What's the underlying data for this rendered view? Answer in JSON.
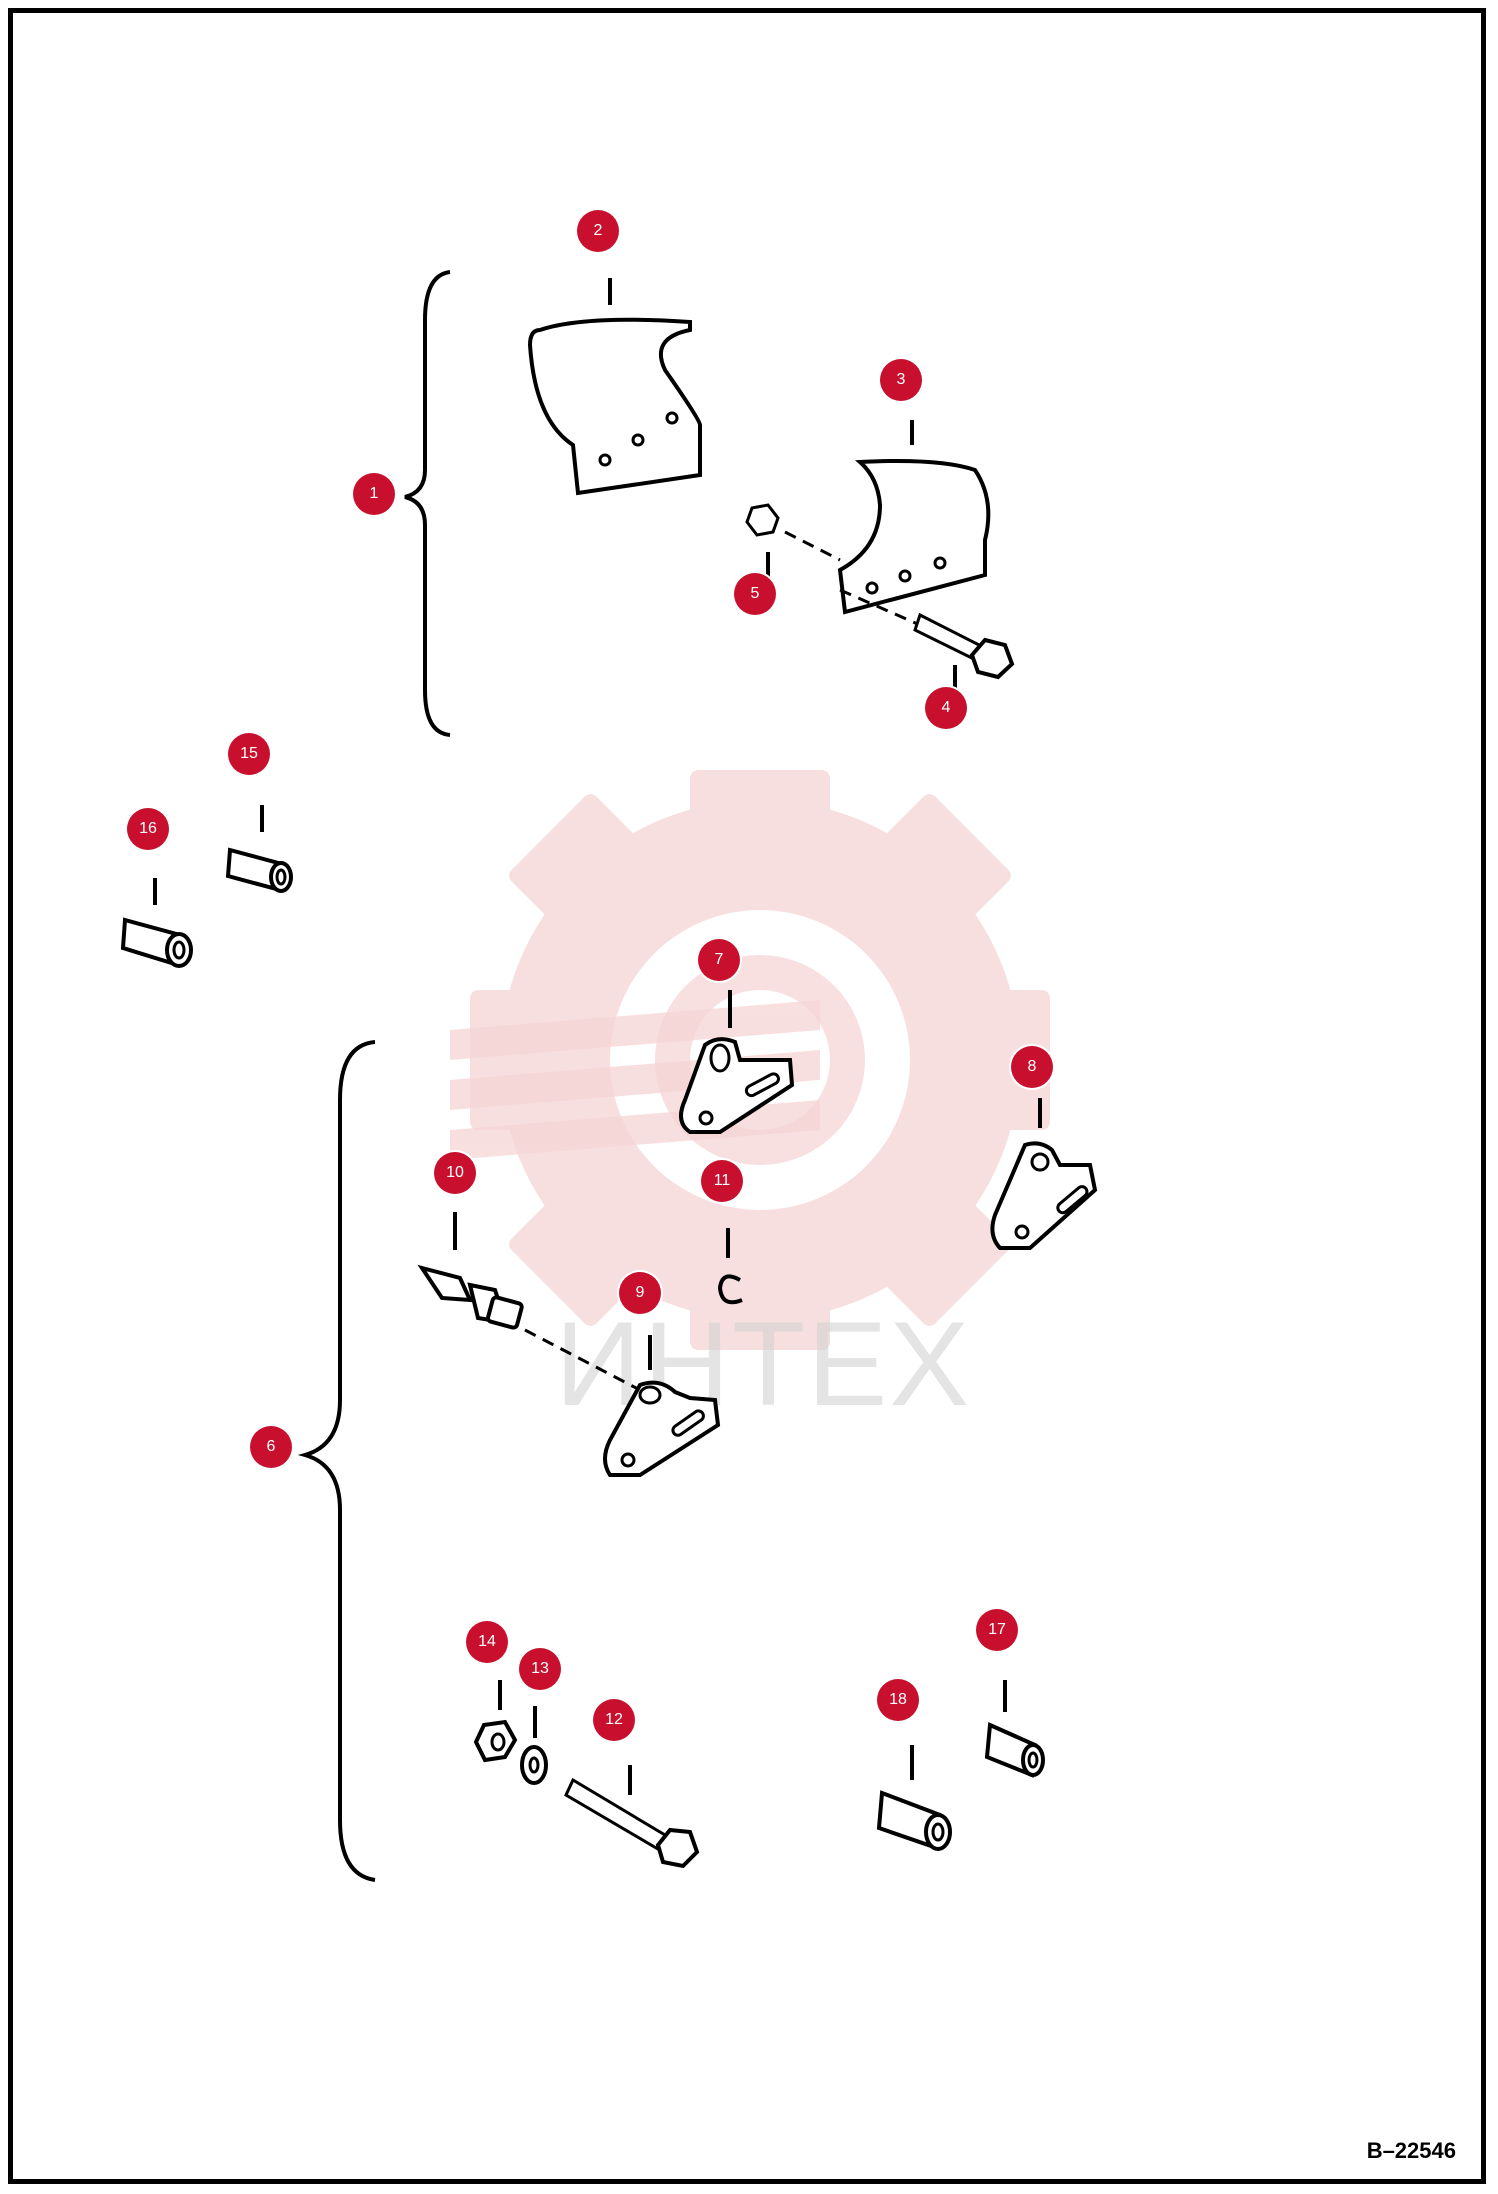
{
  "diagram": {
    "reference_code": "B–22546",
    "watermark_text": "ИНТЕХ",
    "callouts": [
      {
        "id": 1,
        "label": "1"
      },
      {
        "id": 2,
        "label": "2"
      },
      {
        "id": 3,
        "label": "3"
      },
      {
        "id": 4,
        "label": "4"
      },
      {
        "id": 5,
        "label": "5"
      },
      {
        "id": 6,
        "label": "6"
      },
      {
        "id": 7,
        "label": "7"
      },
      {
        "id": 8,
        "label": "8"
      },
      {
        "id": 9,
        "label": "9"
      },
      {
        "id": 10,
        "label": "10"
      },
      {
        "id": 11,
        "label": "11"
      },
      {
        "id": 12,
        "label": "12"
      },
      {
        "id": 13,
        "label": "13"
      },
      {
        "id": 14,
        "label": "14"
      },
      {
        "id": 15,
        "label": "15"
      },
      {
        "id": 16,
        "label": "16"
      },
      {
        "id": 17,
        "label": "17"
      },
      {
        "id": 18,
        "label": "18"
      }
    ],
    "colors": {
      "badge": "#c8102e",
      "watermark": "#f4c9c9",
      "line": "#000000"
    }
  }
}
